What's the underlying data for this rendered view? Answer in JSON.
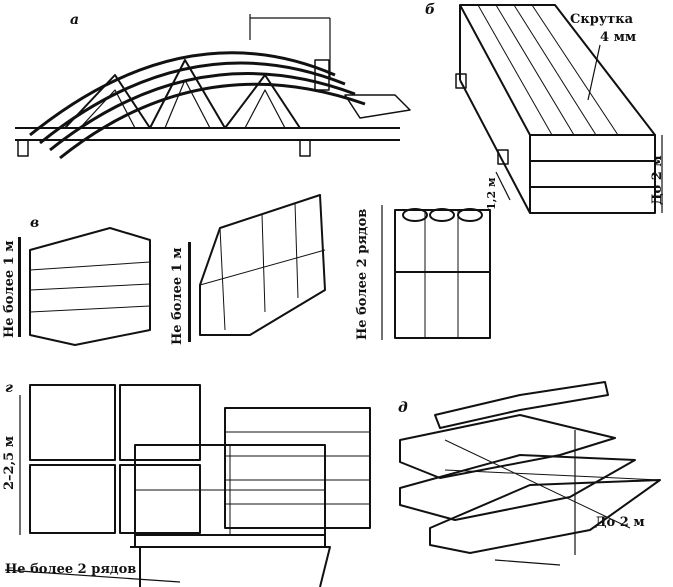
{
  "panels": {
    "a": {
      "letter": "а"
    },
    "b": {
      "letter": "б",
      "twist_label_1": "Скрутка",
      "twist_label_2": "4 мм",
      "height_label": "До 2 м",
      "width_label": "1,2 м"
    },
    "v": {
      "letter": "в",
      "height_label_left": "Не более 1 м",
      "height_label_mid": "Не более 1 м",
      "height_label_right": "Не более 2 рядов"
    },
    "g": {
      "letter": "г",
      "height_label": "2–2,5 м",
      "rows_label": "Не более 2 рядов"
    },
    "d": {
      "letter": "д",
      "height_label": "До 2 м"
    }
  }
}
